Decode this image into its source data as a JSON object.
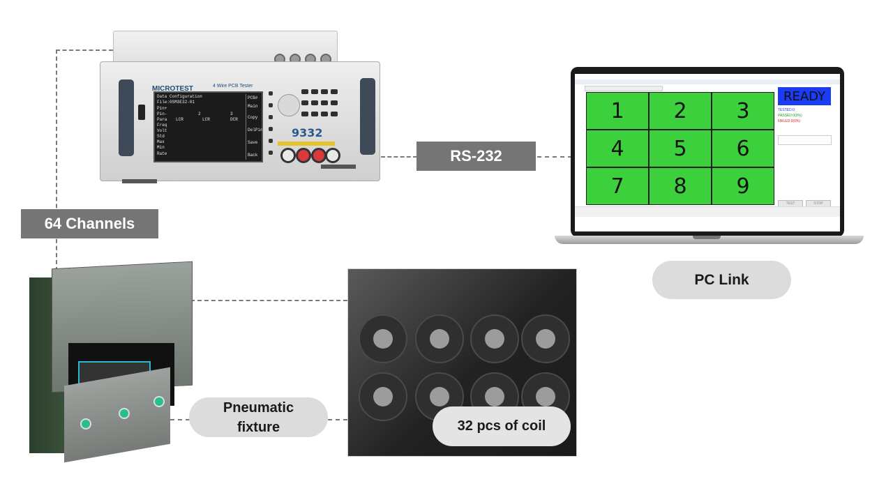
{
  "labels": {
    "channels": "64 Channels",
    "rs232": "RS-232",
    "pc_link": "PC Link",
    "pneumatic_line1": "Pneumatic",
    "pneumatic_line2": "fixture",
    "coil": "32 pcs of coil"
  },
  "tester": {
    "brand": "MICROTEST",
    "model_title": "4 Wire PCB Tester",
    "model_number": "9332",
    "screen_lines": [
      "Data Configuration",
      "File:0SM3E32-01",
      "Pin+",
      "Pin-",
      "Para",
      "Freq",
      "Volt",
      "Std",
      "Max",
      "Min",
      "Rate"
    ],
    "screen_cols": [
      "2",
      "3",
      "LCR",
      "LCR",
      "DCR"
    ],
    "side_menu": [
      "PCB#",
      "Main",
      "Copy",
      "DelPin",
      "Save",
      "Back"
    ]
  },
  "software": {
    "status": "READY",
    "grid": [
      "1",
      "2",
      "3",
      "4",
      "5",
      "6",
      "7",
      "8",
      "9"
    ],
    "tested": "TESTED:0",
    "passed": "PASSED:0(0%)",
    "failed": "FAILED:0(0%)",
    "buttons": [
      "TEST",
      "STOP"
    ]
  },
  "colors": {
    "tag_bg": "#757575",
    "pill_bg": "#dcdcdc",
    "cell_green": "#3cd13c",
    "ready_blue": "#1a3cf5"
  }
}
